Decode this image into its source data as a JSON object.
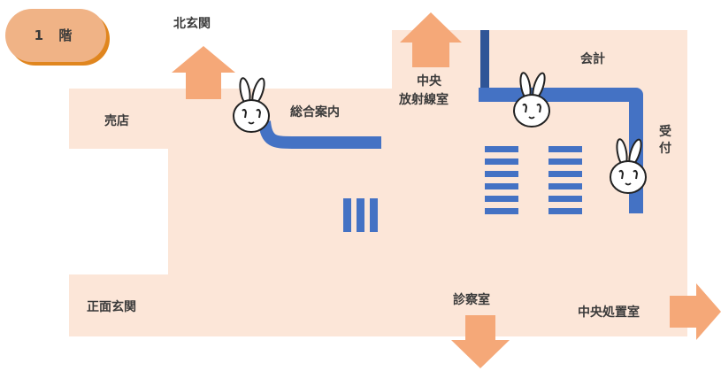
{
  "floor": {
    "label": "1 階"
  },
  "areas": {
    "north_entrance": "北玄関",
    "shop": "売店",
    "general_info": "総合案内",
    "central_radiology_line1": "中央",
    "central_radiology_line2": "放射線室",
    "cashier": "会計",
    "reception_line1": "受",
    "reception_line2": "付",
    "main_entrance": "正面玄関",
    "exam_rooms": "診察室",
    "central_treatment": "中央処置室"
  },
  "colors": {
    "floor": "#fce6d8",
    "arrow": "#f5a878",
    "badge": "#f0b386",
    "badge_shadow": "#e0861f",
    "route": "#4472c4",
    "route_dark": "#2f5597"
  },
  "icons": {
    "mascot": "rabbit-mascot-icon",
    "arrow": "arrow-icon",
    "bench": "waiting-bench-icon"
  }
}
